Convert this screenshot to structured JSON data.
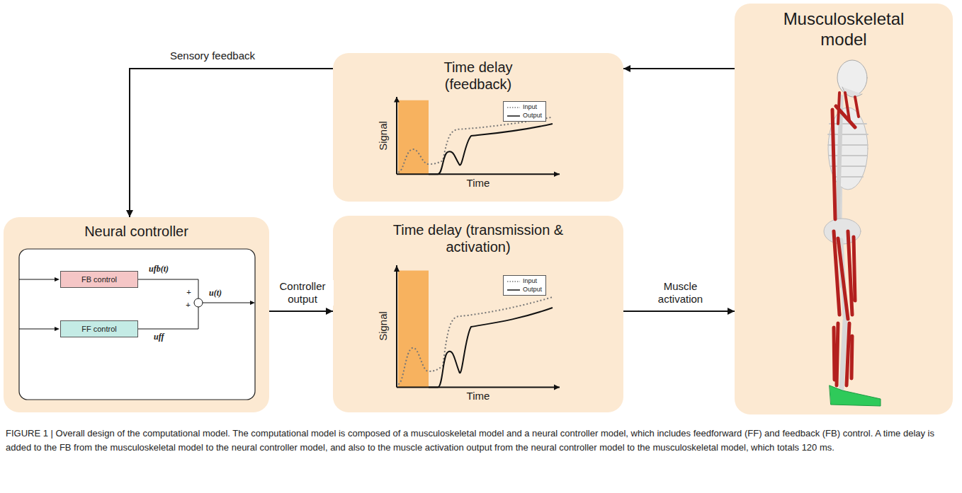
{
  "diagram": {
    "caption": "FIGURE 1 | Overall design of the computational model. The computational model is composed of a musculoskeletal model and a neural controller model, which includes feedforward (FF) and feedback (FB) control. A time delay is added to the FB from the musculoskeletal model to the neural controller model, and also to the muscle activation output from the neural controller model to the musculoskeletal model, which totals 120 ms.",
    "nodes": [
      {
        "text": [
          "Time delay (feedback)"
        ]
      },
      {
        "text": [
          "Musculoskeletal model"
        ]
      },
      {
        "text": [
          "Neural controller"
        ]
      },
      {
        "text": [
          "FB control"
        ],
        "in": 2
      },
      {
        "text": [
          "FF control"
        ],
        "in": 2
      },
      {
        "text": [
          "Time delay (transmission & activation)"
        ]
      }
    ],
    "edges": [
      {
        "from": 1,
        "to": 0,
        "arrow": "to"
      },
      {
        "from": 0,
        "to": 2,
        "arrow": "to",
        "label": "Sensory feedback"
      },
      {
        "from": 2,
        "to": 5,
        "arrow": "to",
        "label": "Controller output"
      },
      {
        "from": 5,
        "to": 1,
        "arrow": "to",
        "label": "Muscle activation"
      }
    ],
    "labels": [
      "Signal",
      "Time",
      "Signal",
      "Time",
      "ufb(t)",
      "u(t)",
      "+",
      "+",
      "uff"
    ],
    "legend": [
      {
        "text": "Input"
      },
      {
        "text": "Output"
      },
      {
        "text": "Input"
      },
      {
        "text": "Output"
      }
    ]
  }
}
